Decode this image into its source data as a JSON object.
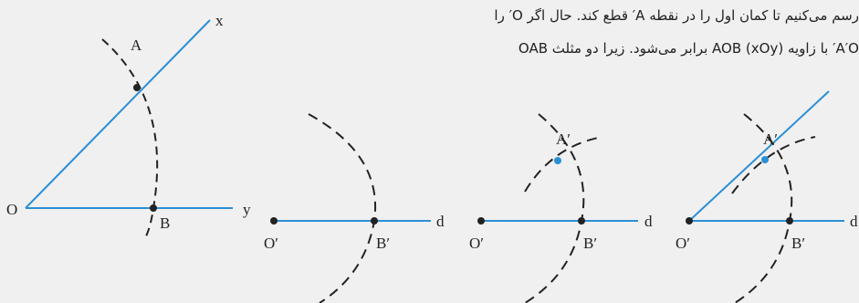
{
  "text": {
    "line1": "رسم می‌کنیم تا کمان اول را در نقطه A′ قطع کند. حال اگر O′ را",
    "line2": "A′O′ با زاویه AOB (xOy) برابر می‌شود. زیرا دو مثلث OAB"
  },
  "figure1": {
    "label_x": "x",
    "label_y": "y",
    "label_o": "O",
    "label_a": "A",
    "label_b": "B"
  },
  "figure2": {
    "label_o": "O′",
    "label_b": "B′",
    "label_d": "d"
  },
  "figure3": {
    "label_o": "O′",
    "label_b": "B′",
    "label_a": "A′",
    "label_d": "d"
  },
  "figure4": {
    "label_o": "O′",
    "label_b": "B′",
    "label_a": "A′",
    "label_d": "d"
  },
  "colors": {
    "line": "#2b8fd6",
    "point": "#222222",
    "point_highlight": "#2b8fd6",
    "arc": "#222222"
  }
}
